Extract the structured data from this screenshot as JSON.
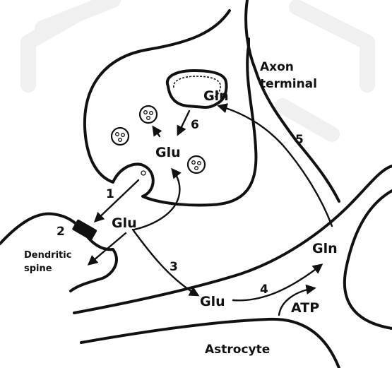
{
  "labels": {
    "axon_terminal": [
      "Axon",
      "terminal"
    ],
    "dendritic_spine": [
      "Dendritic",
      "spine"
    ],
    "astrocyte": "Astrocyte",
    "gln_top": "Gln",
    "glu_center": "Glu",
    "glu_cleft": "Glu",
    "gln_astrocyte": "Gln",
    "glu_astrocyte": "Glu",
    "atp": "ATP"
  },
  "steps": {
    "s1": "1",
    "s2": "2",
    "s3": "3",
    "s4": "4",
    "s5": "5",
    "s6": "6"
  },
  "colors": {
    "ink": "#111111",
    "background": "#ffffff",
    "watermark": "#f0f0f0"
  }
}
